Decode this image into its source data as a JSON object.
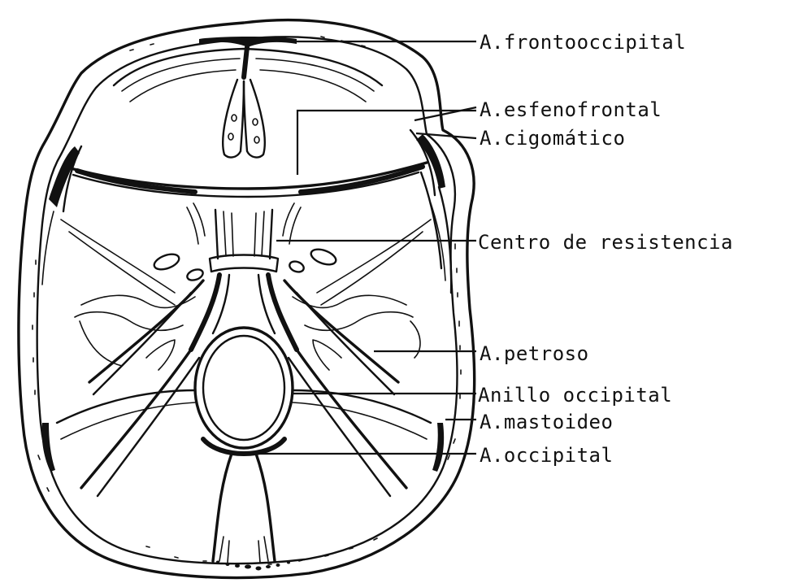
{
  "labels": {
    "frontooccipital": "A.frontooccipital",
    "esfenofrontal": "A.esfenofrontal",
    "cigomatico": "A.cigomático",
    "centro": "Centro de resistencia",
    "petroso": "A.petroso",
    "anillo": "Anillo occipital",
    "mastoideo": "A.mastoideo",
    "occipital": "A.occipital"
  }
}
